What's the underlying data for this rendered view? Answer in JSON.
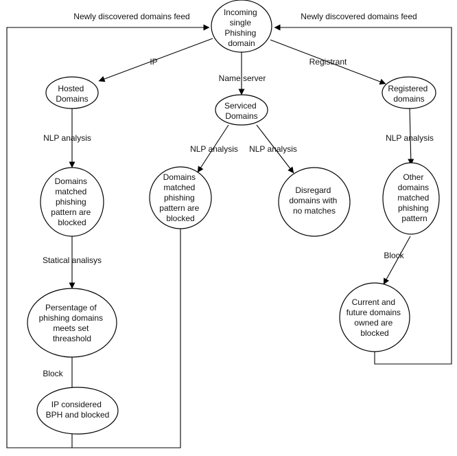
{
  "nodes": {
    "incoming": [
      "Incoming",
      "single",
      "Phishing",
      "domain"
    ],
    "hosted": [
      "Hosted",
      "Domains"
    ],
    "serviced": [
      "Serviced",
      "Domains"
    ],
    "registered": [
      "Registered",
      "domains"
    ],
    "hosted_blocked": [
      "Domains",
      "matched",
      "phishing",
      "pattern are",
      "blocked"
    ],
    "serviced_blocked": [
      "Domains",
      "matched",
      "phishing",
      "pattern are",
      "blocked"
    ],
    "disregard": [
      "Disregard",
      "domains with",
      "no matches"
    ],
    "other_matched": [
      "Other",
      "domains",
      "matched",
      "phishing",
      "pattern"
    ],
    "percentage": [
      "Persentage of",
      "phishing domains",
      "meets set",
      "threashold"
    ],
    "bph": [
      "IP considered",
      "BPH and blocked"
    ],
    "current_future": [
      "Current and",
      "future domains",
      "owned are",
      "blocked"
    ]
  },
  "edges": {
    "feed_left": "Newly discovered domains feed",
    "feed_right": "Newly discovered domains feed",
    "ip": "IP",
    "name_server": "Name server",
    "registrant": "Registrant",
    "nlp_hosted": "NLP analysis",
    "nlp_serviced_left": "NLP analysis",
    "nlp_serviced_right": "NLP analysis",
    "nlp_registered": "NLP analysis",
    "statistical": "Statical analisys",
    "block_left": "Block",
    "block_right": "Block"
  }
}
